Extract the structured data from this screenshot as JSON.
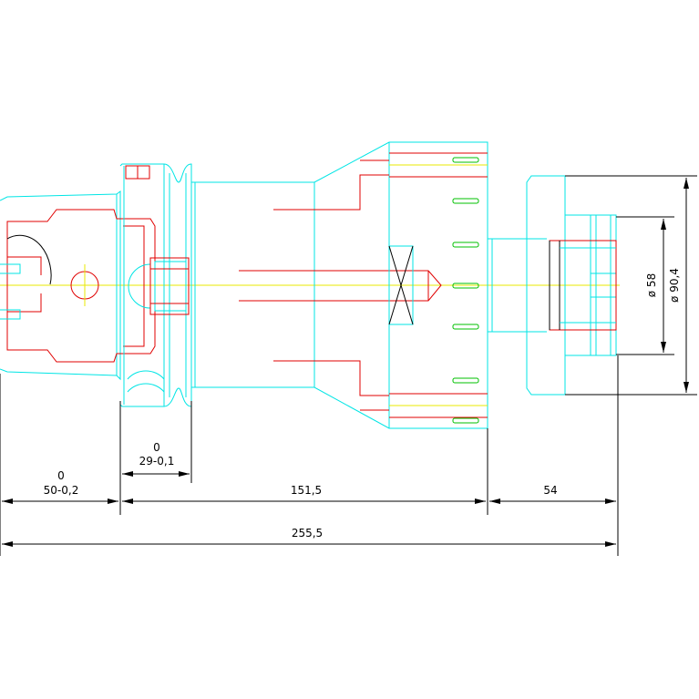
{
  "colors": {
    "outline": "#00e5e5",
    "section": "#e00000",
    "centerline": "#e8e800",
    "thread": "#00c000",
    "dimension": "#000000",
    "background": "#ffffff"
  },
  "dimensions": {
    "d1_upper": "0",
    "d1_lower": "50-0,2",
    "d2_upper": "0",
    "d2_lower": "29-0,1",
    "d3": "151,5",
    "d4": "54",
    "total": "255,5",
    "dia_inner": "ø 58",
    "dia_outer": "ø 90,4"
  }
}
